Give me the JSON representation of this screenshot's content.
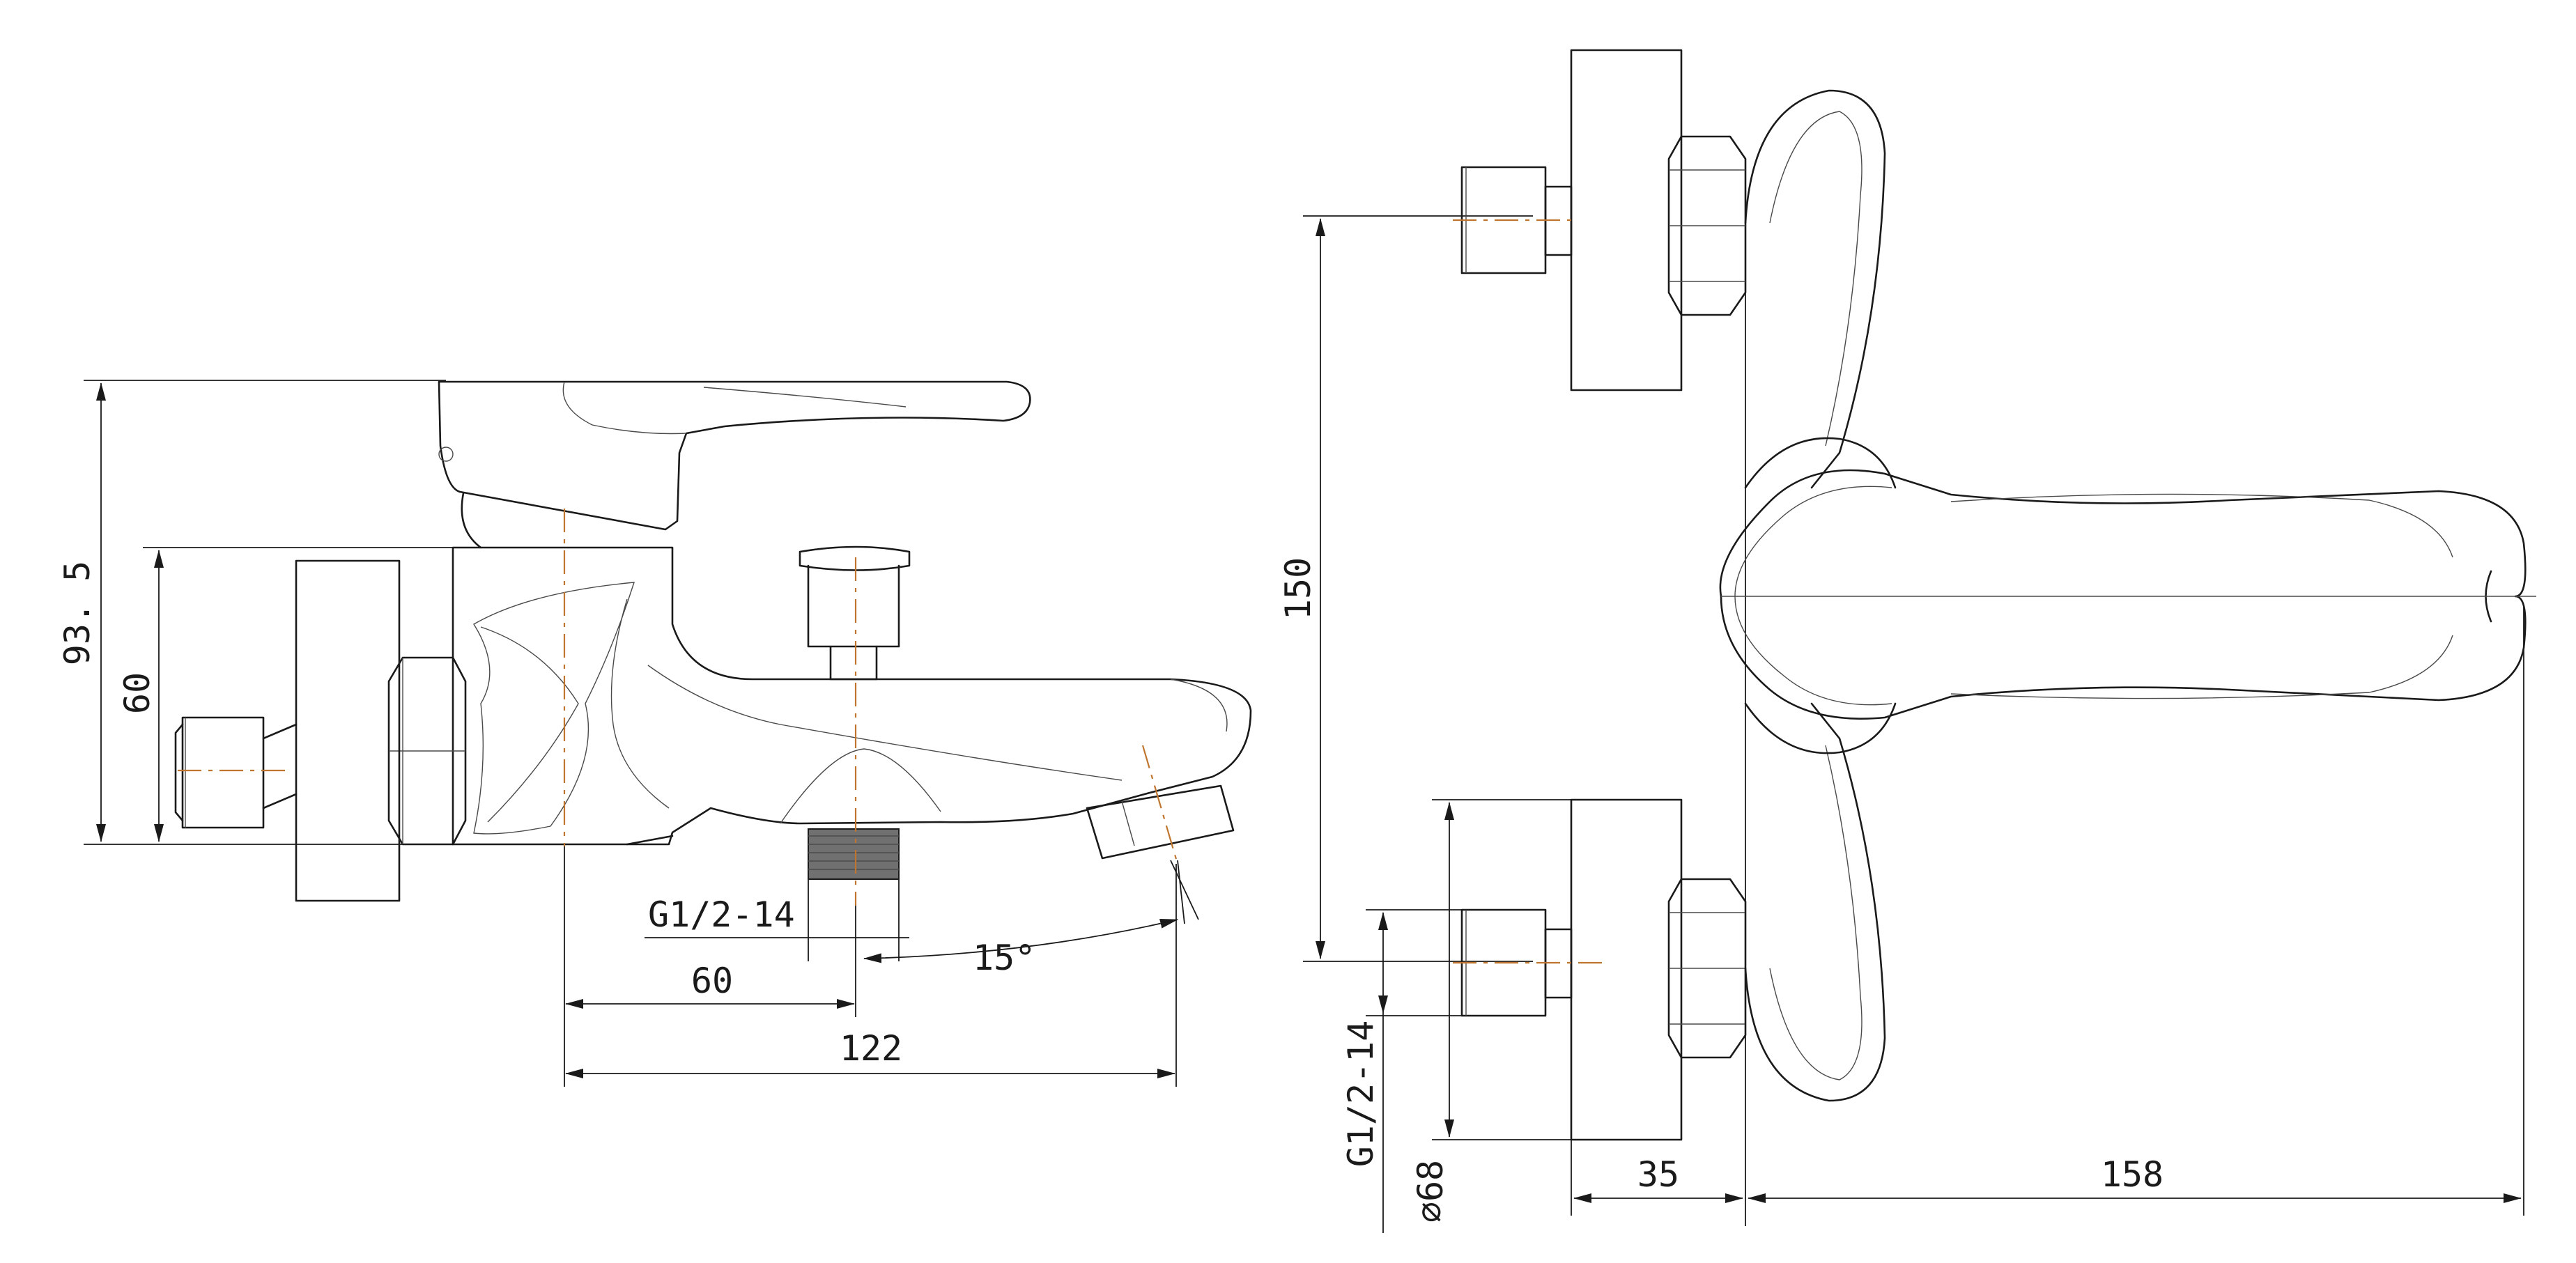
{
  "side_view": {
    "dim_height_total": "93. 5",
    "dim_height_inlet": "60",
    "dim_thread": "G1/2-14",
    "dim_angle": "15°",
    "dim_spout_offset": "60",
    "dim_spout_length": "122"
  },
  "front_view": {
    "dim_inlet_spacing": "150",
    "dim_thread": "G1/2-14",
    "dim_flange_diameter": "∅68",
    "dim_flange_depth": "35",
    "dim_handle_length": "158"
  },
  "colors": {
    "line": "#1a1a1a",
    "centerline": "#c0752e",
    "thread_fill": "#707070",
    "background": "#ffffff"
  }
}
